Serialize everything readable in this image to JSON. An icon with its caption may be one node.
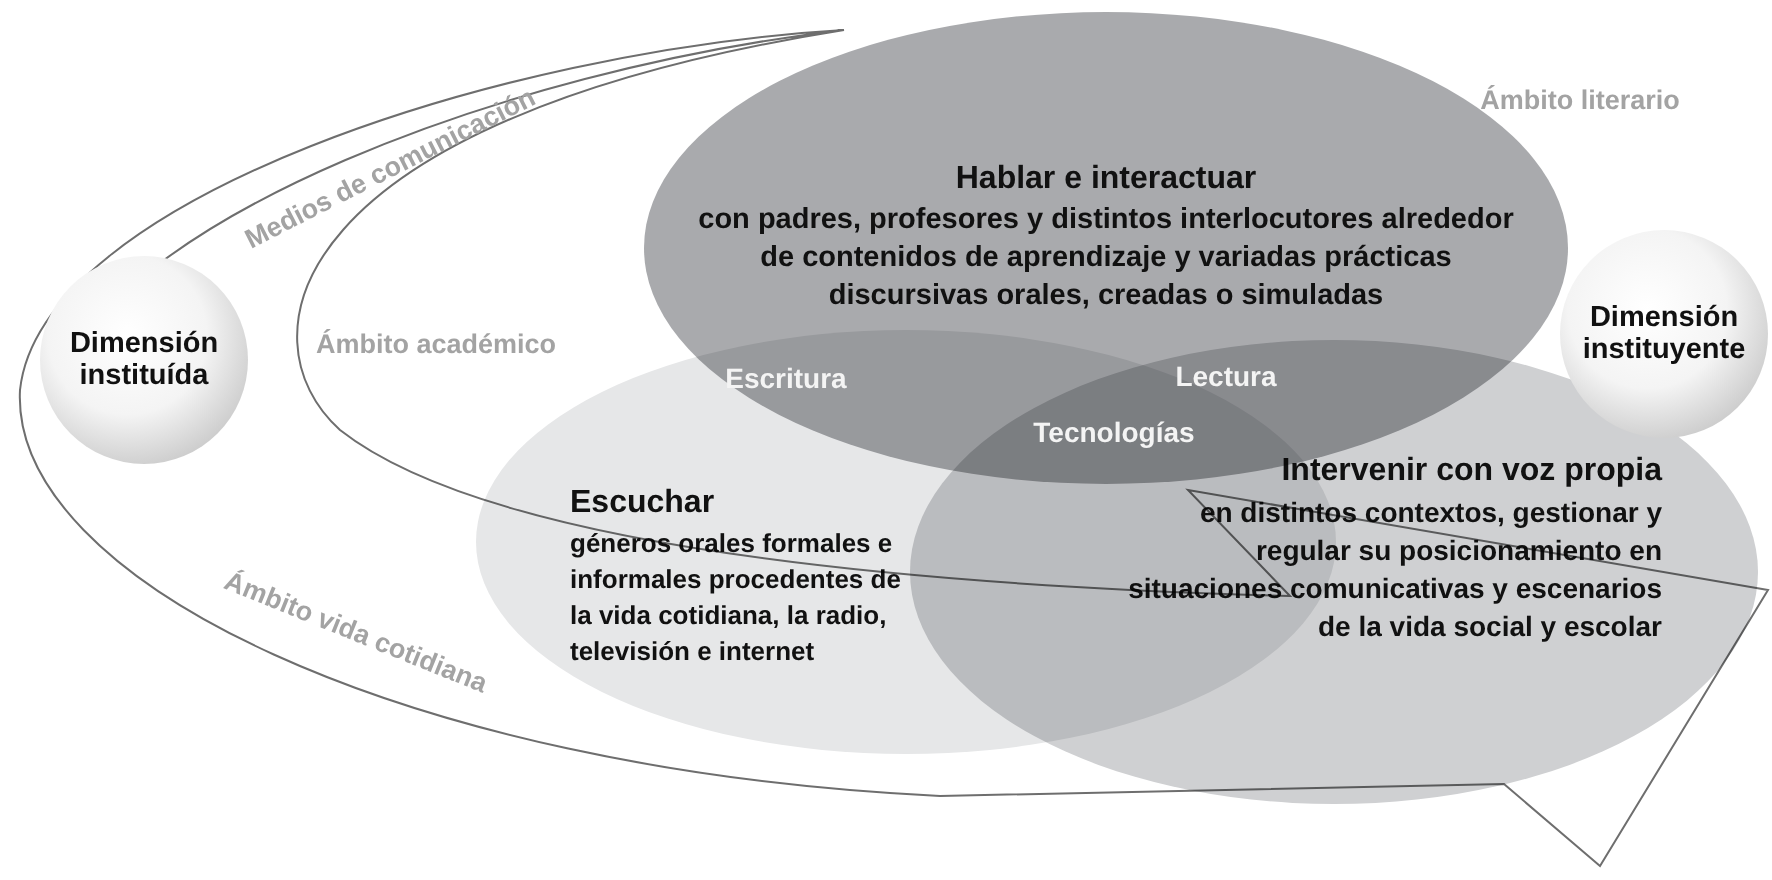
{
  "diagram": {
    "nodes": [
      {
        "text": [
          "Hablar e interactuar",
          "con padres, profesores y distintos interlocutores alrededor de contenidos de aprendizaje y variadas prácticas discursivas orales, creadas o simuladas"
        ]
      },
      {
        "text": [
          "Escuchar",
          "géneros orales formales e informales procedentes de la vida cotidiana, la radio, televisión e internet"
        ]
      },
      {
        "text": [
          "Intervenir con voz propia",
          "en distintos contextos, gestionar y regular su posicionamiento en situaciones comunicativas y escenarios de la vida social y escolar"
        ]
      },
      {
        "text": [
          "Dimensión instituída"
        ]
      },
      {
        "text": [
          "Dimensión instituyente"
        ]
      }
    ],
    "labels": [
      "Medios de comunicación",
      "Ámbito literario",
      "Ámbito académico",
      "Escritura",
      "Lectura",
      "Tecnologías",
      "Ámbito vida cotidiana"
    ]
  }
}
